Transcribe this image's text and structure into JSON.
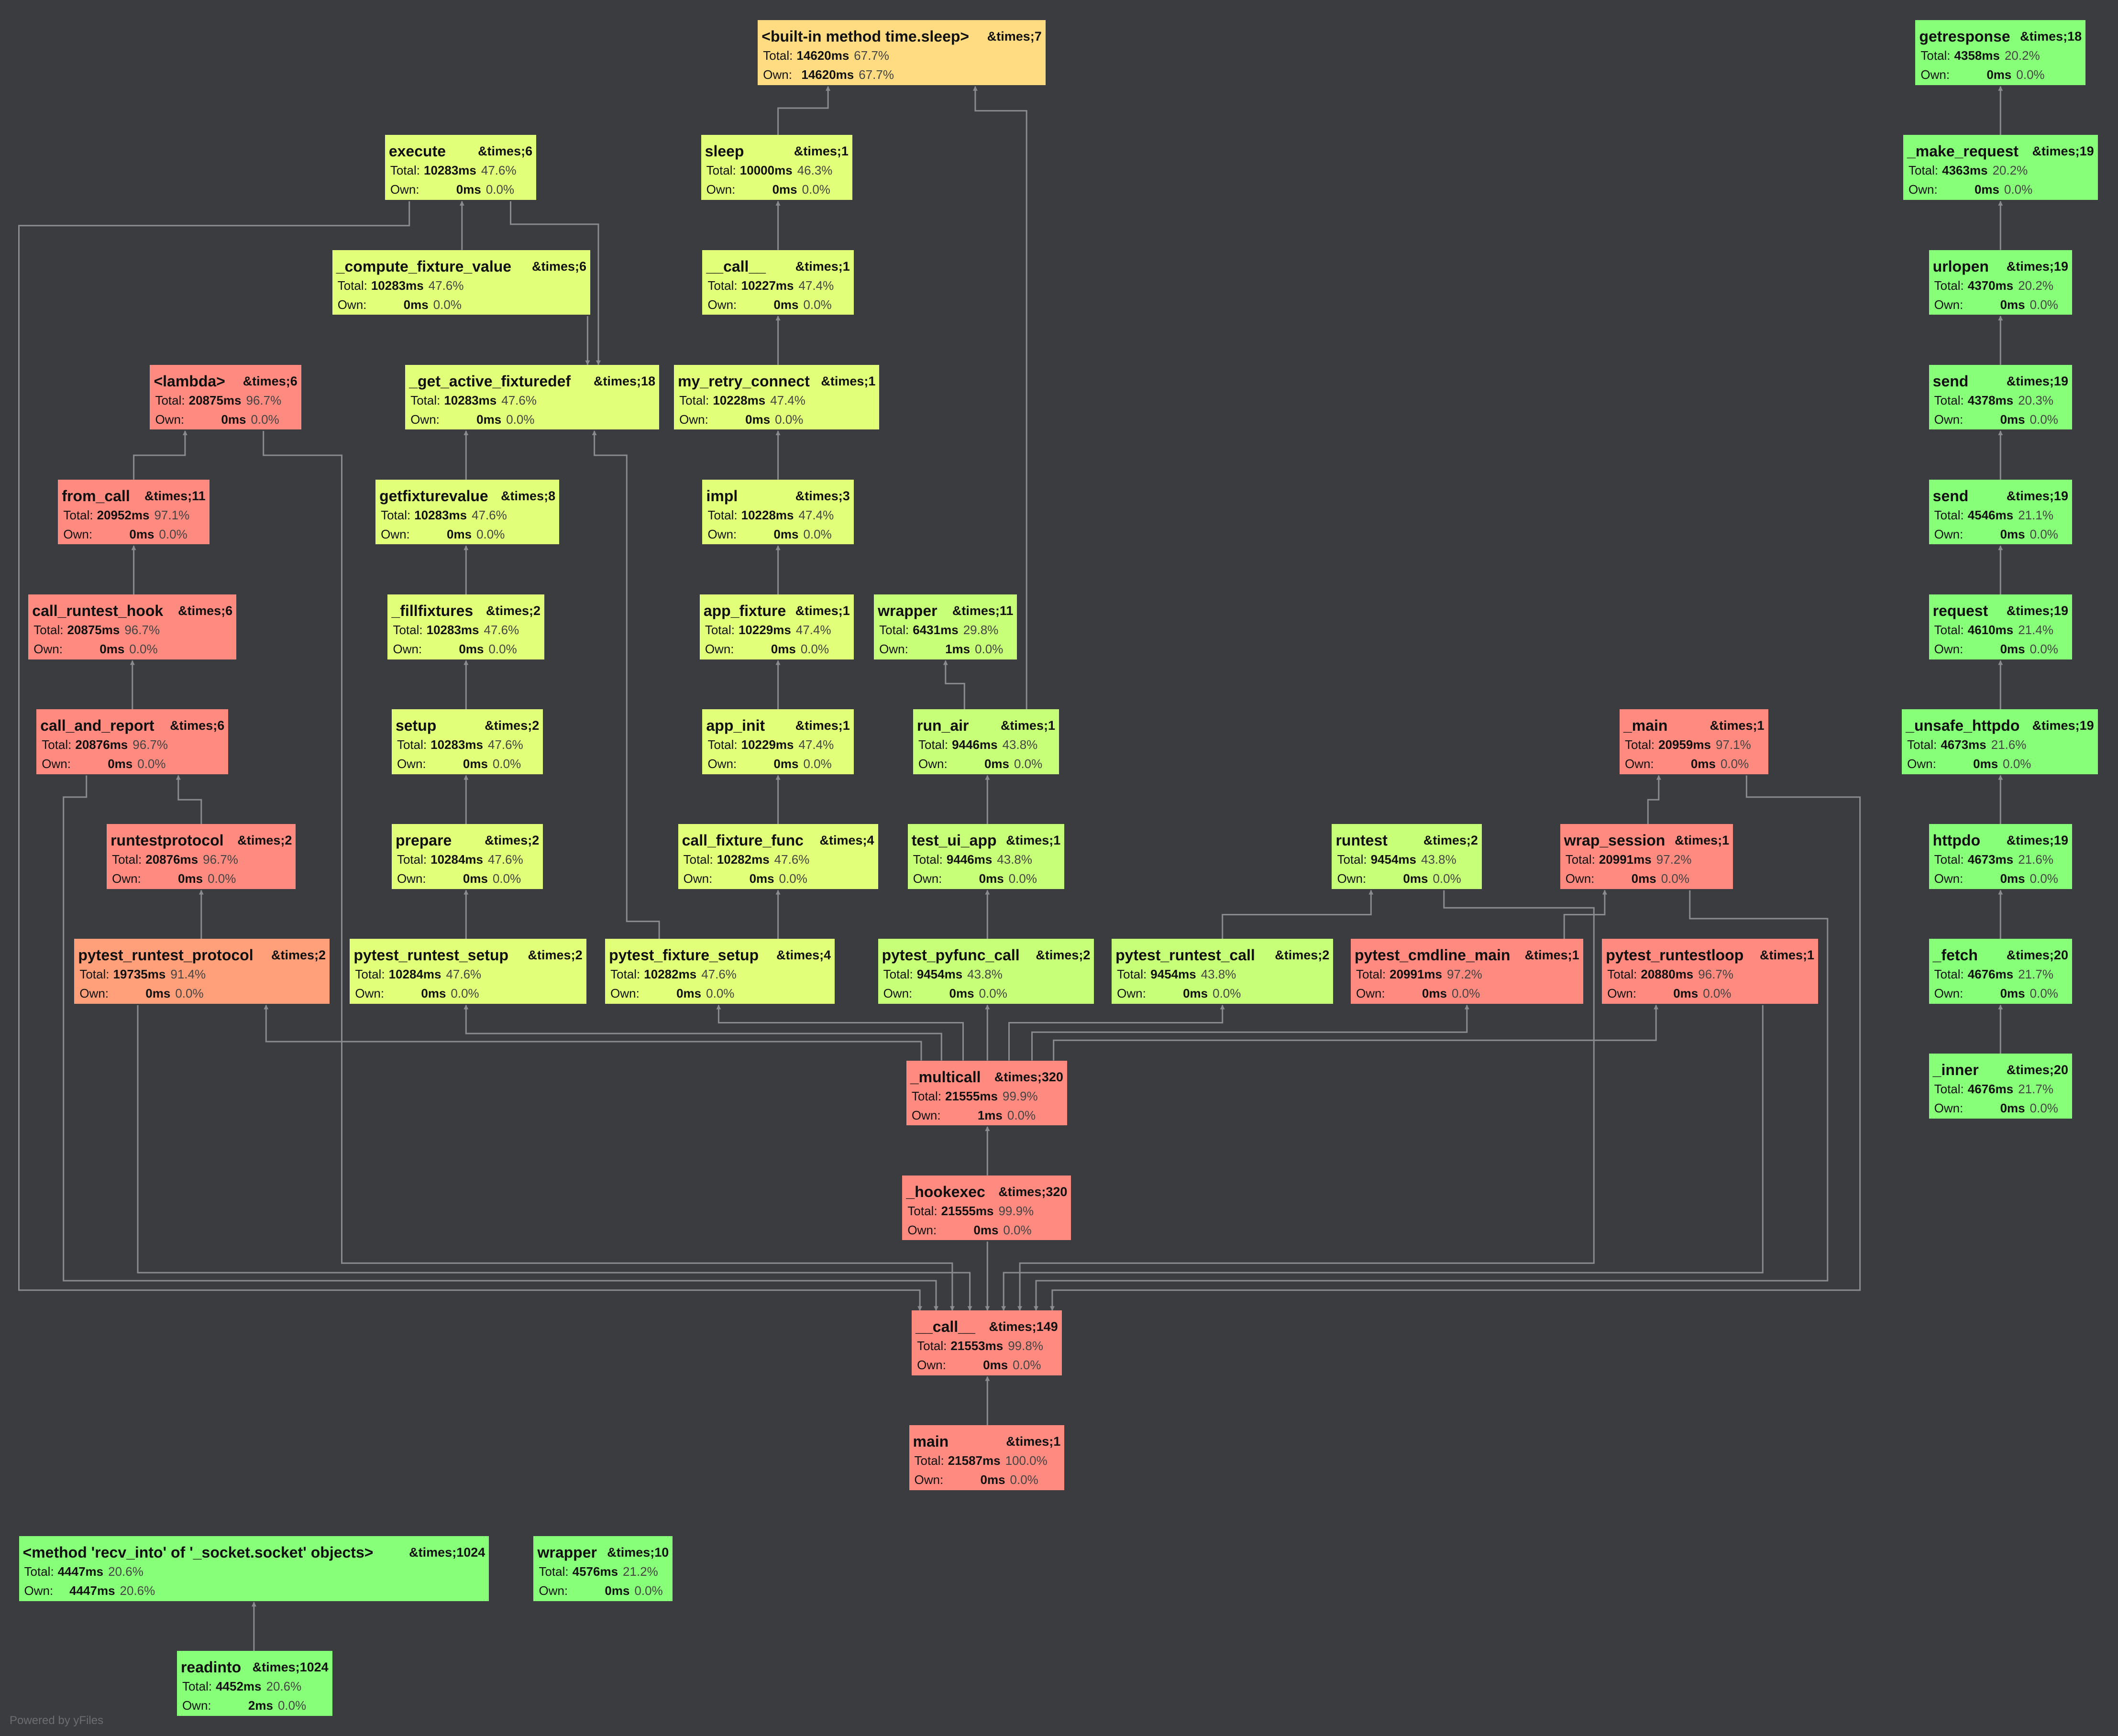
{
  "footer": {
    "powered_by": "Powered by yFiles"
  },
  "labels": {
    "total": "Total:",
    "own": "Own:"
  },
  "colors": {
    "background": "#3b3c3f",
    "edge": "#8a8b8e",
    "hot_red": "#ff8a80",
    "orange": "#ffa07a",
    "yellow": "#ffdc82",
    "yellow_green": "#e1ff78",
    "light_green": "#c8ff78",
    "green": "#87ff78"
  },
  "nodes": [
    {
      "id": "sleep_builtin",
      "name": "<built-in method time.sleep>",
      "count": "&times;7",
      "total": "14620ms",
      "total_pct": "67.7%",
      "own": "14620ms",
      "own_pct": "67.7%",
      "color": "#ffdc82"
    },
    {
      "id": "getresponse",
      "name": "getresponse",
      "count": "&times;18",
      "total": "4358ms",
      "total_pct": "20.2%",
      "own": "0ms",
      "own_pct": "0.0%",
      "color": "#87ff78"
    },
    {
      "id": "execute",
      "name": "execute",
      "count": "&times;6",
      "total": "10283ms",
      "total_pct": "47.6%",
      "own": "0ms",
      "own_pct": "0.0%",
      "color": "#e1ff78"
    },
    {
      "id": "sleep",
      "name": "sleep",
      "count": "&times;1",
      "total": "10000ms",
      "total_pct": "46.3%",
      "own": "0ms",
      "own_pct": "0.0%",
      "color": "#e1ff78"
    },
    {
      "id": "make_request",
      "name": "_make_request",
      "count": "&times;19",
      "total": "4363ms",
      "total_pct": "20.2%",
      "own": "0ms",
      "own_pct": "0.0%",
      "color": "#87ff78"
    },
    {
      "id": "compute_fixture_value",
      "name": "_compute_fixture_value",
      "count": "&times;6",
      "total": "10283ms",
      "total_pct": "47.6%",
      "own": "0ms",
      "own_pct": "0.0%",
      "color": "#e1ff78"
    },
    {
      "id": "call_small",
      "name": "__call__",
      "count": "&times;1",
      "total": "10227ms",
      "total_pct": "47.4%",
      "own": "0ms",
      "own_pct": "0.0%",
      "color": "#e1ff78"
    },
    {
      "id": "urlopen",
      "name": "urlopen",
      "count": "&times;19",
      "total": "4370ms",
      "total_pct": "20.2%",
      "own": "0ms",
      "own_pct": "0.0%",
      "color": "#87ff78"
    },
    {
      "id": "lambda",
      "name": "<lambda>",
      "count": "&times;6",
      "total": "20875ms",
      "total_pct": "96.7%",
      "own": "0ms",
      "own_pct": "0.0%",
      "color": "#ff8a80"
    },
    {
      "id": "get_active_fixturedef",
      "name": "_get_active_fixturedef",
      "count": "&times;18",
      "total": "10283ms",
      "total_pct": "47.6%",
      "own": "0ms",
      "own_pct": "0.0%",
      "color": "#e1ff78"
    },
    {
      "id": "my_retry_connect",
      "name": "my_retry_connect",
      "count": "&times;1",
      "total": "10228ms",
      "total_pct": "47.4%",
      "own": "0ms",
      "own_pct": "0.0%",
      "color": "#e1ff78"
    },
    {
      "id": "send1",
      "name": "send",
      "count": "&times;19",
      "total": "4378ms",
      "total_pct": "20.3%",
      "own": "0ms",
      "own_pct": "0.0%",
      "color": "#87ff78"
    },
    {
      "id": "from_call",
      "name": "from_call",
      "count": "&times;11",
      "total": "20952ms",
      "total_pct": "97.1%",
      "own": "0ms",
      "own_pct": "0.0%",
      "color": "#ff8a80"
    },
    {
      "id": "getfixturevalue",
      "name": "getfixturevalue",
      "count": "&times;8",
      "total": "10283ms",
      "total_pct": "47.6%",
      "own": "0ms",
      "own_pct": "0.0%",
      "color": "#e1ff78"
    },
    {
      "id": "impl",
      "name": "impl",
      "count": "&times;3",
      "total": "10228ms",
      "total_pct": "47.4%",
      "own": "0ms",
      "own_pct": "0.0%",
      "color": "#e1ff78"
    },
    {
      "id": "send2",
      "name": "send",
      "count": "&times;19",
      "total": "4546ms",
      "total_pct": "21.1%",
      "own": "0ms",
      "own_pct": "0.0%",
      "color": "#87ff78"
    },
    {
      "id": "call_runtest_hook",
      "name": "call_runtest_hook",
      "count": "&times;6",
      "total": "20875ms",
      "total_pct": "96.7%",
      "own": "0ms",
      "own_pct": "0.0%",
      "color": "#ff8a80"
    },
    {
      "id": "fillfixtures",
      "name": "_fillfixtures",
      "count": "&times;2",
      "total": "10283ms",
      "total_pct": "47.6%",
      "own": "0ms",
      "own_pct": "0.0%",
      "color": "#e1ff78"
    },
    {
      "id": "app_fixture",
      "name": "app_fixture",
      "count": "&times;1",
      "total": "10229ms",
      "total_pct": "47.4%",
      "own": "0ms",
      "own_pct": "0.0%",
      "color": "#e1ff78"
    },
    {
      "id": "wrapper11",
      "name": "wrapper",
      "count": "&times;11",
      "total": "6431ms",
      "total_pct": "29.8%",
      "own": "1ms",
      "own_pct": "0.0%",
      "color": "#c8ff78"
    },
    {
      "id": "request",
      "name": "request",
      "count": "&times;19",
      "total": "4610ms",
      "total_pct": "21.4%",
      "own": "0ms",
      "own_pct": "0.0%",
      "color": "#87ff78"
    },
    {
      "id": "call_and_report",
      "name": "call_and_report",
      "count": "&times;6",
      "total": "20876ms",
      "total_pct": "96.7%",
      "own": "0ms",
      "own_pct": "0.0%",
      "color": "#ff8a80"
    },
    {
      "id": "setup",
      "name": "setup",
      "count": "&times;2",
      "total": "10283ms",
      "total_pct": "47.6%",
      "own": "0ms",
      "own_pct": "0.0%",
      "color": "#e1ff78"
    },
    {
      "id": "app_init",
      "name": "app_init",
      "count": "&times;1",
      "total": "10229ms",
      "total_pct": "47.4%",
      "own": "0ms",
      "own_pct": "0.0%",
      "color": "#e1ff78"
    },
    {
      "id": "run_air",
      "name": "run_air",
      "count": "&times;1",
      "total": "9446ms",
      "total_pct": "43.8%",
      "own": "0ms",
      "own_pct": "0.0%",
      "color": "#c8ff78"
    },
    {
      "id": "main_",
      "name": "_main",
      "count": "&times;1",
      "total": "20959ms",
      "total_pct": "97.1%",
      "own": "0ms",
      "own_pct": "0.0%",
      "color": "#ff8a80"
    },
    {
      "id": "unsafe_httpdo",
      "name": "_unsafe_httpdo",
      "count": "&times;19",
      "total": "4673ms",
      "total_pct": "21.6%",
      "own": "0ms",
      "own_pct": "0.0%",
      "color": "#87ff78"
    },
    {
      "id": "runtestprotocol",
      "name": "runtestprotocol",
      "count": "&times;2",
      "total": "20876ms",
      "total_pct": "96.7%",
      "own": "0ms",
      "own_pct": "0.0%",
      "color": "#ff8a80"
    },
    {
      "id": "prepare",
      "name": "prepare",
      "count": "&times;2",
      "total": "10284ms",
      "total_pct": "47.6%",
      "own": "0ms",
      "own_pct": "0.0%",
      "color": "#e1ff78"
    },
    {
      "id": "call_fixture_func",
      "name": "call_fixture_func",
      "count": "&times;4",
      "total": "10282ms",
      "total_pct": "47.6%",
      "own": "0ms",
      "own_pct": "0.0%",
      "color": "#e1ff78"
    },
    {
      "id": "test_ui_app",
      "name": "test_ui_app",
      "count": "&times;1",
      "total": "9446ms",
      "total_pct": "43.8%",
      "own": "0ms",
      "own_pct": "0.0%",
      "color": "#c8ff78"
    },
    {
      "id": "runtest",
      "name": "runtest",
      "count": "&times;2",
      "total": "9454ms",
      "total_pct": "43.8%",
      "own": "0ms",
      "own_pct": "0.0%",
      "color": "#c8ff78"
    },
    {
      "id": "wrap_session",
      "name": "wrap_session",
      "count": "&times;1",
      "total": "20991ms",
      "total_pct": "97.2%",
      "own": "0ms",
      "own_pct": "0.0%",
      "color": "#ff8a80"
    },
    {
      "id": "httpdo",
      "name": "httpdo",
      "count": "&times;19",
      "total": "4673ms",
      "total_pct": "21.6%",
      "own": "0ms",
      "own_pct": "0.0%",
      "color": "#87ff78"
    },
    {
      "id": "pytest_runtest_protocol",
      "name": "pytest_runtest_protocol",
      "count": "&times;2",
      "total": "19735ms",
      "total_pct": "91.4%",
      "own": "0ms",
      "own_pct": "0.0%",
      "color": "#ffa07a"
    },
    {
      "id": "pytest_runtest_setup",
      "name": "pytest_runtest_setup",
      "count": "&times;2",
      "total": "10284ms",
      "total_pct": "47.6%",
      "own": "0ms",
      "own_pct": "0.0%",
      "color": "#e1ff78"
    },
    {
      "id": "pytest_fixture_setup",
      "name": "pytest_fixture_setup",
      "count": "&times;4",
      "total": "10282ms",
      "total_pct": "47.6%",
      "own": "0ms",
      "own_pct": "0.0%",
      "color": "#e1ff78"
    },
    {
      "id": "pytest_pyfunc_call",
      "name": "pytest_pyfunc_call",
      "count": "&times;2",
      "total": "9454ms",
      "total_pct": "43.8%",
      "own": "0ms",
      "own_pct": "0.0%",
      "color": "#c8ff78"
    },
    {
      "id": "pytest_runtest_call",
      "name": "pytest_runtest_call",
      "count": "&times;2",
      "total": "9454ms",
      "total_pct": "43.8%",
      "own": "0ms",
      "own_pct": "0.0%",
      "color": "#c8ff78"
    },
    {
      "id": "pytest_cmdline_main",
      "name": "pytest_cmdline_main",
      "count": "&times;1",
      "total": "20991ms",
      "total_pct": "97.2%",
      "own": "0ms",
      "own_pct": "0.0%",
      "color": "#ff8a80"
    },
    {
      "id": "pytest_runtestloop",
      "name": "pytest_runtestloop",
      "count": "&times;1",
      "total": "20880ms",
      "total_pct": "96.7%",
      "own": "0ms",
      "own_pct": "0.0%",
      "color": "#ff8a80"
    },
    {
      "id": "fetch",
      "name": "_fetch",
      "count": "&times;20",
      "total": "4676ms",
      "total_pct": "21.7%",
      "own": "0ms",
      "own_pct": "0.0%",
      "color": "#87ff78"
    },
    {
      "id": "multicall",
      "name": "_multicall",
      "count": "&times;320",
      "total": "21555ms",
      "total_pct": "99.9%",
      "own": "1ms",
      "own_pct": "0.0%",
      "color": "#ff8a80"
    },
    {
      "id": "inner",
      "name": "_inner",
      "count": "&times;20",
      "total": "4676ms",
      "total_pct": "21.7%",
      "own": "0ms",
      "own_pct": "0.0%",
      "color": "#87ff78"
    },
    {
      "id": "hookexec",
      "name": "_hookexec",
      "count": "&times;320",
      "total": "21555ms",
      "total_pct": "99.9%",
      "own": "0ms",
      "own_pct": "0.0%",
      "color": "#ff8a80"
    },
    {
      "id": "call_big",
      "name": "__call__",
      "count": "&times;149",
      "total": "21553ms",
      "total_pct": "99.8%",
      "own": "0ms",
      "own_pct": "0.0%",
      "color": "#ff8a80"
    },
    {
      "id": "main",
      "name": "main",
      "count": "&times;1",
      "total": "21587ms",
      "total_pct": "100.0%",
      "own": "0ms",
      "own_pct": "0.0%",
      "color": "#ff8a80"
    },
    {
      "id": "recv_into",
      "name": "<method 'recv_into' of '_socket.socket' objects>",
      "count": "&times;1024",
      "total": "4447ms",
      "total_pct": "20.6%",
      "own": "4447ms",
      "own_pct": "20.6%",
      "color": "#87ff78"
    },
    {
      "id": "wrapper10",
      "name": "wrapper",
      "count": "&times;10",
      "total": "4576ms",
      "total_pct": "21.2%",
      "own": "0ms",
      "own_pct": "0.0%",
      "color": "#87ff78"
    },
    {
      "id": "readinto",
      "name": "readinto",
      "count": "&times;1024",
      "total": "4452ms",
      "total_pct": "20.6%",
      "own": "2ms",
      "own_pct": "0.0%",
      "color": "#87ff78"
    }
  ]
}
